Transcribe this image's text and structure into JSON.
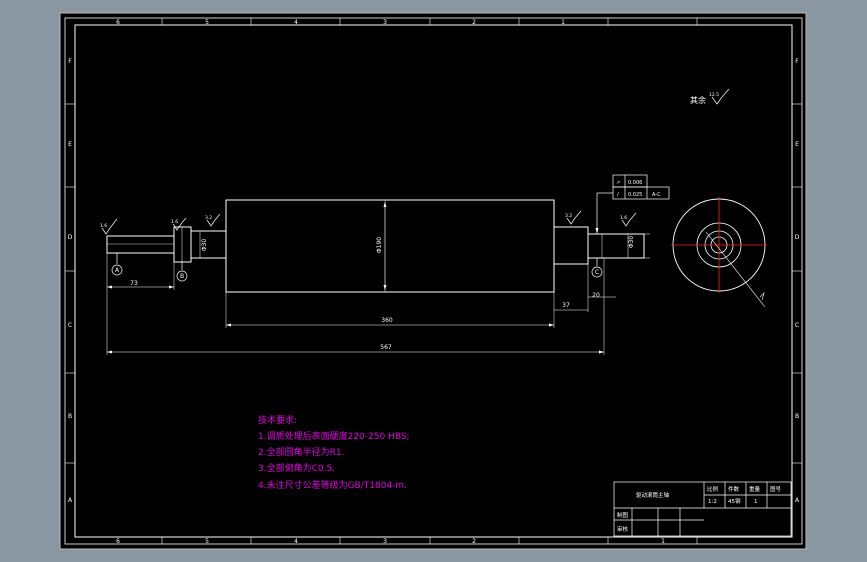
{
  "frame": {
    "column_labels": [
      "6",
      "5",
      "4",
      "3",
      "2",
      "1",
      "6",
      "5",
      "4",
      "3",
      "2",
      "1"
    ],
    "row_labels": [
      "F",
      "E",
      "D",
      "C",
      "B",
      "A",
      "F",
      "E",
      "D",
      "C",
      "B",
      "A"
    ]
  },
  "drawing": {
    "surface_finish_note": {
      "text": "其余",
      "roughness": "12.5"
    },
    "dimensions": {
      "overall_length": "567",
      "body_length": "360",
      "left_shaft": "73",
      "right_step_a": "37",
      "right_step_b": "20",
      "body_diameter": "Φ190",
      "left_shoulder": "Φ30",
      "right_shaft": "Φ30"
    },
    "roughness_marks": [
      "1.6",
      "1.6",
      "3.2",
      "3.2",
      "1.6"
    ],
    "datum_labels": [
      "A",
      "B",
      "C"
    ],
    "tolerance_frame": {
      "rows": [
        {
          "symbol": "↗",
          "value": "0.006",
          "datum": ""
        },
        {
          "symbol": "/",
          "value": "0.025",
          "datum": "A-C"
        }
      ]
    }
  },
  "requirements": {
    "title": "技术要求:",
    "items": [
      "1.调质处理后表面硬度220-250 HBS;",
      "2.全部圆角半径为R1.",
      "3.全部倒角为C0.5.",
      "4.未注尺寸公差等级为GB/T1804-m."
    ]
  },
  "title_block": {
    "part_name": "驱动滚筒主轴",
    "header_cells": [
      "比例",
      "件数",
      "重量",
      "图号"
    ],
    "value_cells": [
      "1:2",
      "45钢",
      "1",
      ""
    ],
    "row_labels": [
      "制图",
      "审核"
    ]
  },
  "colors": {
    "background": "#8b96a3",
    "sheet": "#000000",
    "lines": "#ffffff",
    "text_requirements": "#e000e0",
    "centerline": "#ff2020"
  }
}
